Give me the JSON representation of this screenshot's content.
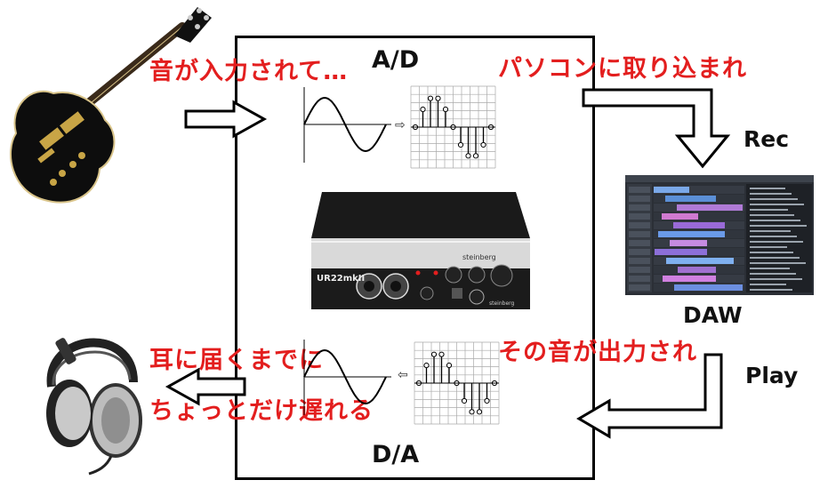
{
  "labels": {
    "input_text": "音が入力されて…",
    "ad": "A/D",
    "pc_text": "パソコンに取り込まれ",
    "rec": "Rec",
    "daw": "DAW",
    "play": "Play",
    "output_text": "その音が出力され",
    "ear_line1": "耳に届くまでに",
    "ear_line2": "ちょっとだけ遅れる",
    "da": "D/A"
  },
  "device": {
    "model": "UR22mkII",
    "brand": "steinberg"
  },
  "colors": {
    "annotation": "#e31e1e",
    "text": "#111111",
    "waveform": "#000000",
    "grid": "#999999"
  }
}
